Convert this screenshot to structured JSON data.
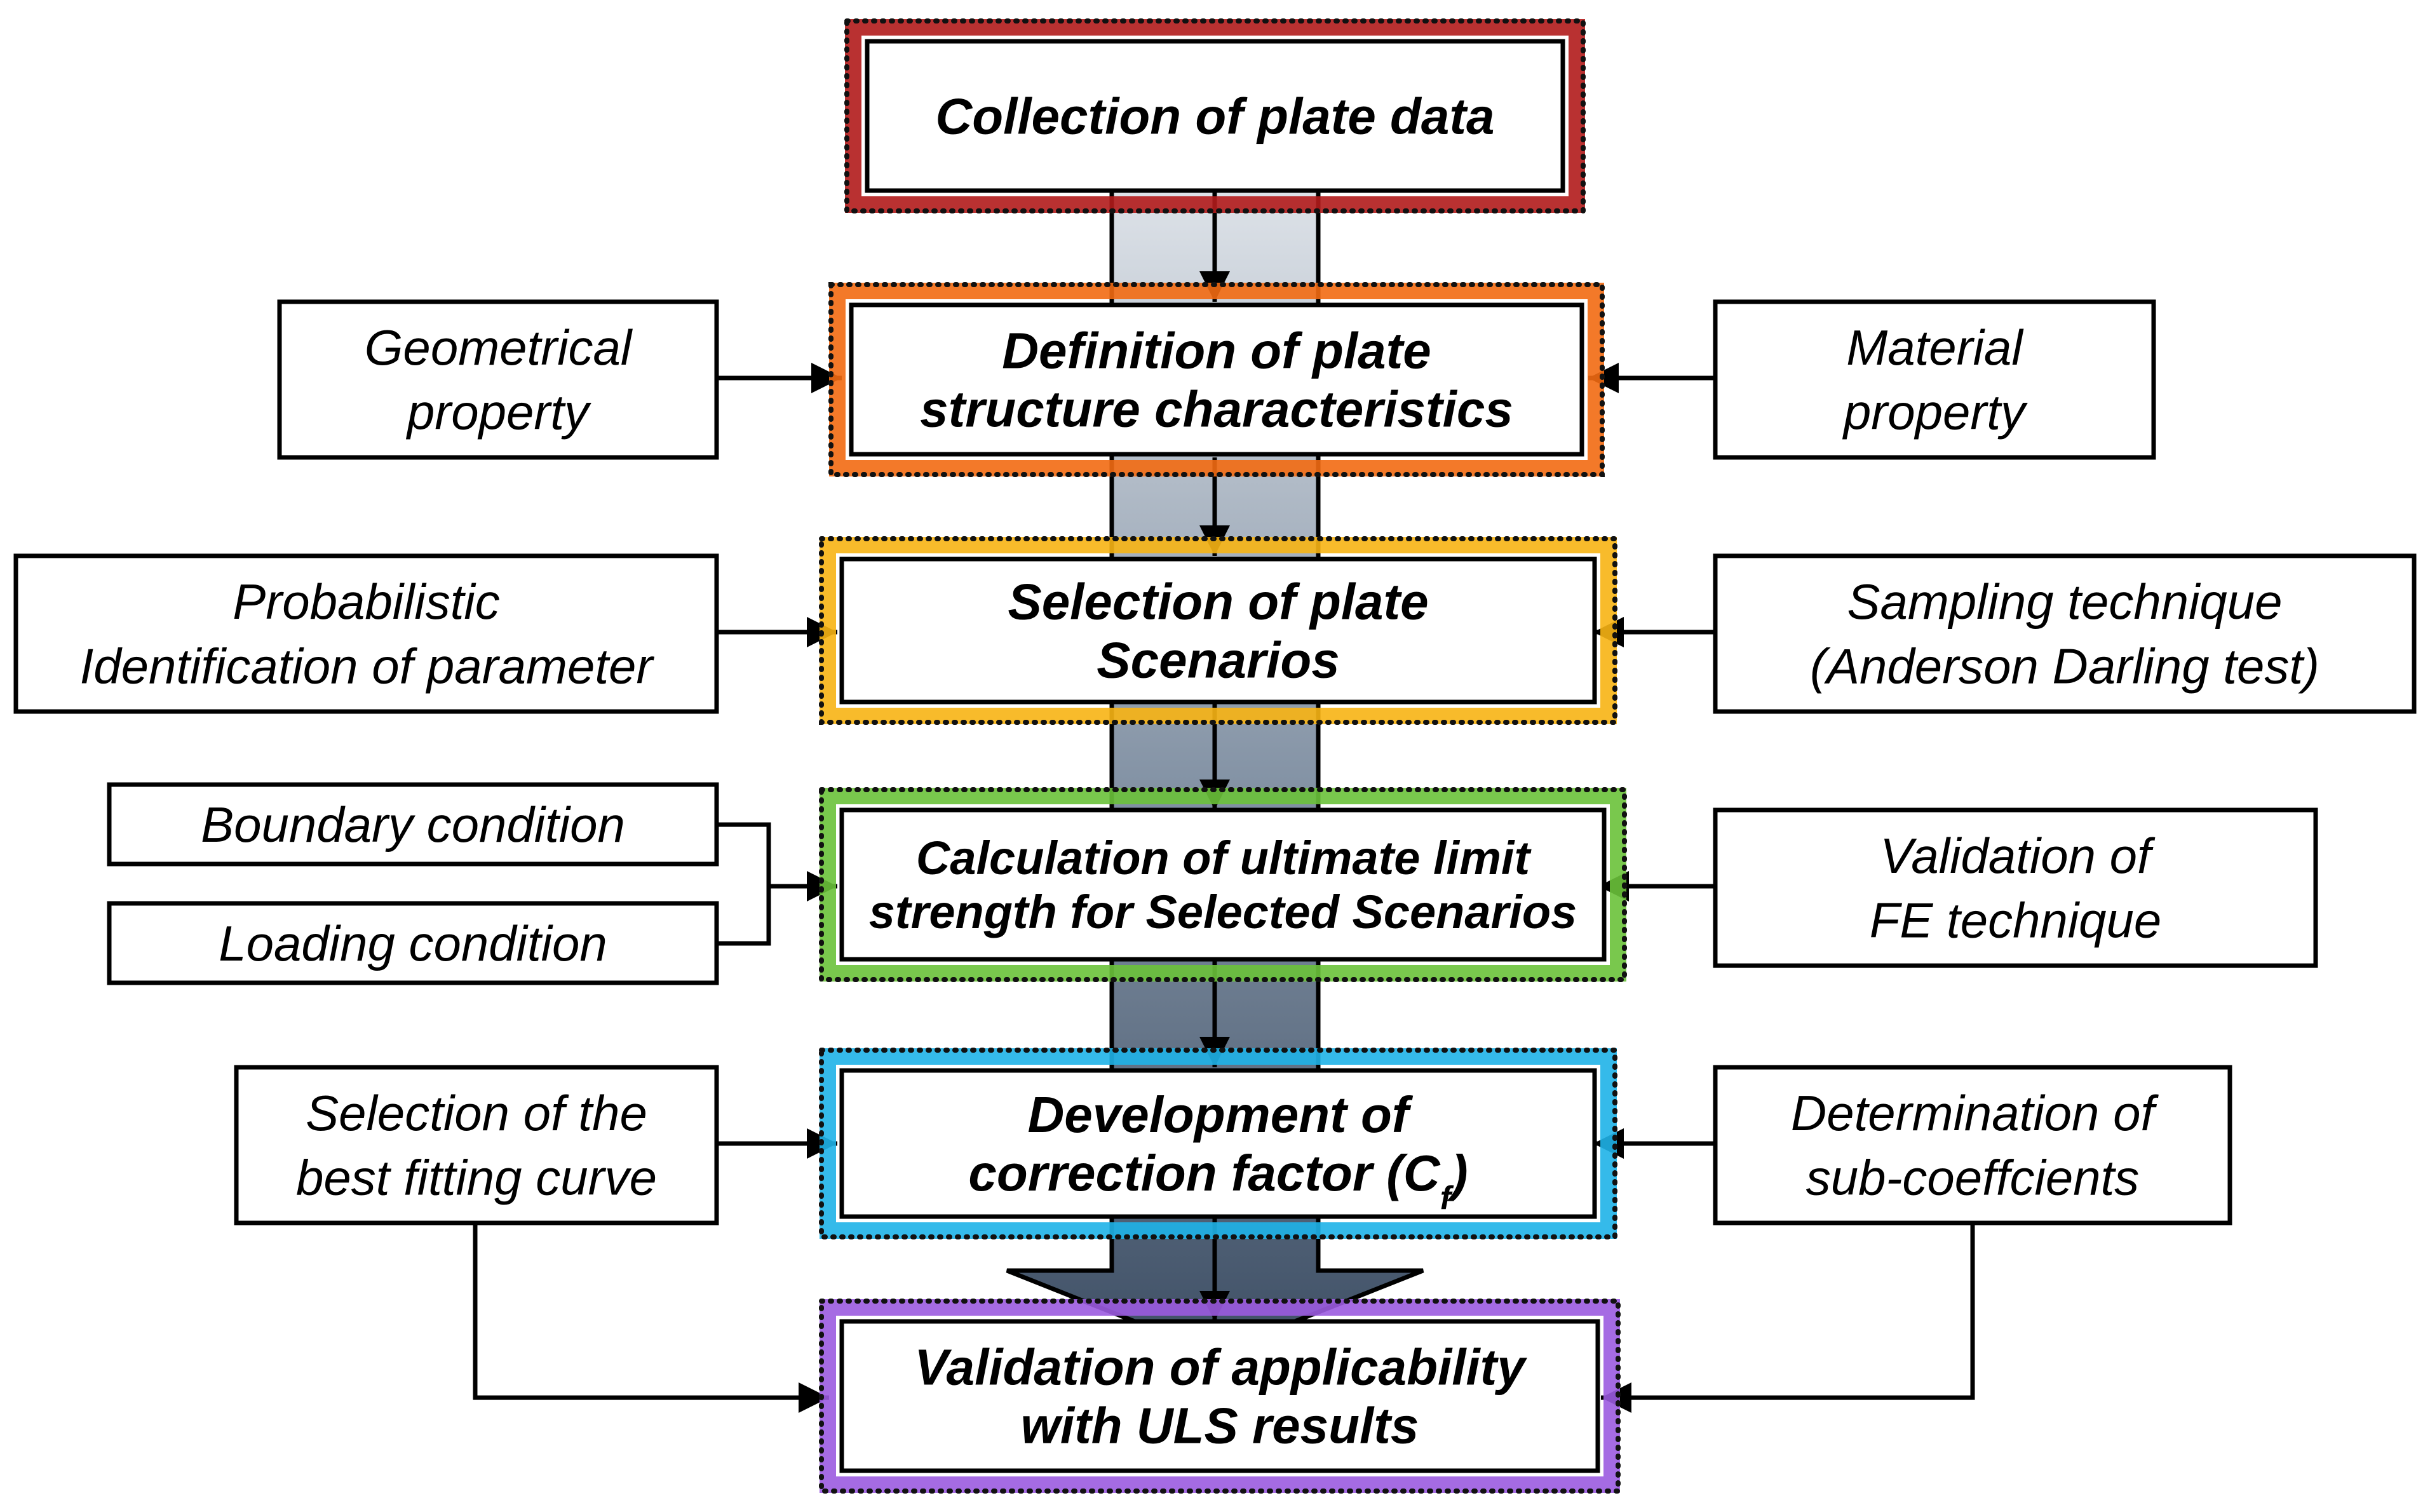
{
  "main_steps": [
    {
      "lines": [
        "Collection of plate data"
      ],
      "color": "#b11b1b"
    },
    {
      "lines": [
        "Definition of plate",
        "structure characteristics"
      ],
      "color": "#f26a12"
    },
    {
      "lines": [
        "Selection of plate",
        "Scenarios"
      ],
      "color": "#f7b414"
    },
    {
      "lines": [
        "Calculation of ultimate limit",
        "strength for Selected Scenarios"
      ],
      "color": "#6ac23a"
    },
    {
      "lines": [
        "Development of",
        "correction factor (C",
        ")"
      ],
      "subscript": "f",
      "color": "#1fb3e8"
    },
    {
      "lines": [
        "Validation of applicability",
        "with ULS results"
      ],
      "color": "#9b5be0"
    }
  ],
  "left_inputs": [
    {
      "lines": [
        "Geometrical",
        "property"
      ]
    },
    {
      "lines": [
        "Probabilistic",
        "Identification of parameter"
      ]
    },
    {
      "lines": [
        "Boundary condition"
      ]
    },
    {
      "lines": [
        "Loading condition"
      ]
    },
    {
      "lines": [
        "Selection of the",
        "best fitting curve"
      ]
    }
  ],
  "right_inputs": [
    {
      "lines": [
        "Material",
        "property"
      ]
    },
    {
      "lines": [
        "Sampling technique",
        "(Anderson Darling test)"
      ]
    },
    {
      "lines": [
        "Validation of",
        "FE technique"
      ]
    },
    {
      "lines": [
        "Determination of",
        "sub-coeffcients"
      ]
    }
  ]
}
